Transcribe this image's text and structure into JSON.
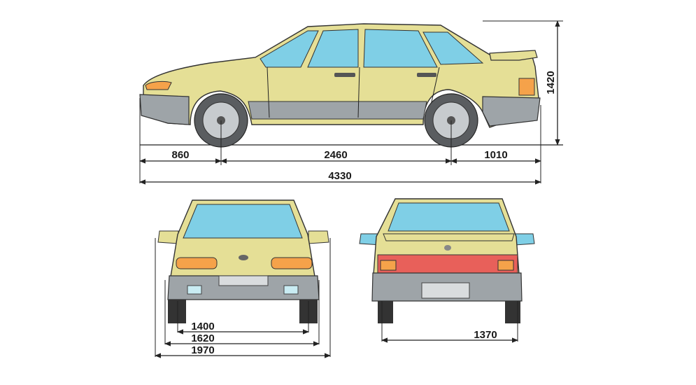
{
  "colors": {
    "body": "#e5df96",
    "body_shade": "#d3cc7e",
    "bumper": "#9ea4a8",
    "glass": "#7fcfe6",
    "tire": "#5a5d60",
    "taillight": "#e8605a",
    "indicator": "#f5a24a"
  },
  "dimensions": {
    "front_overhang": "860",
    "wheelbase": "2460",
    "rear_overhang": "1010",
    "overall_length": "4330",
    "height": "1420",
    "front_track": "1400",
    "overall_width": "1620",
    "width_with_mirrors": "1970",
    "rear_track": "1370"
  }
}
